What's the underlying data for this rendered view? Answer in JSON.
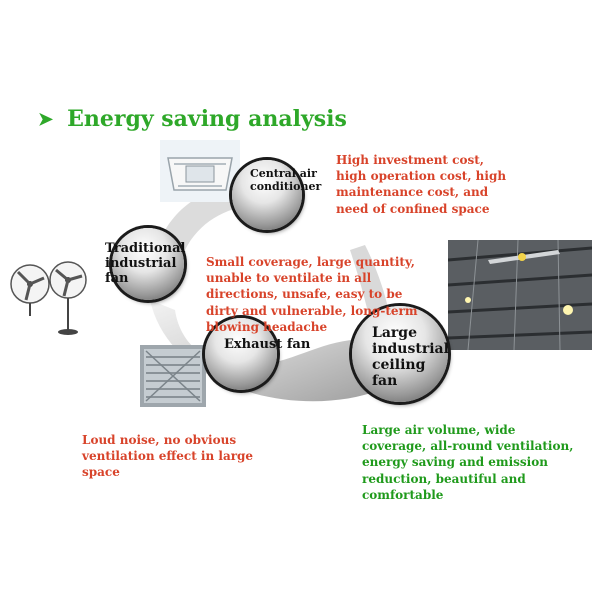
{
  "title": {
    "bullet": "➤",
    "text": "Energy saving analysis"
  },
  "nodes": {
    "central_air": "Central air conditioner",
    "traditional_fan": "Traditional industrial fan",
    "exhaust_fan": "Exhaust fan",
    "ceiling_fan": "Large industrial ceiling fan"
  },
  "descriptions": {
    "central_air": "High investment cost, high operation cost, high maintenance cost, and need of confined space",
    "traditional_fan": "Small coverage, large quantity, unable to ventilate in all directions, unsafe, easy to be dirty and vulnerable, long-term blowing headache",
    "exhaust_fan": "Loud noise, no obvious ventilation effect in large space",
    "ceiling_fan": "Large air volume, wide coverage, all-round ventilation, energy saving and emission reduction, beautiful and comfortable"
  },
  "colors": {
    "title_green": "#2ea829",
    "negative_red": "#d8432a",
    "positive_green": "#1f9a1b"
  }
}
